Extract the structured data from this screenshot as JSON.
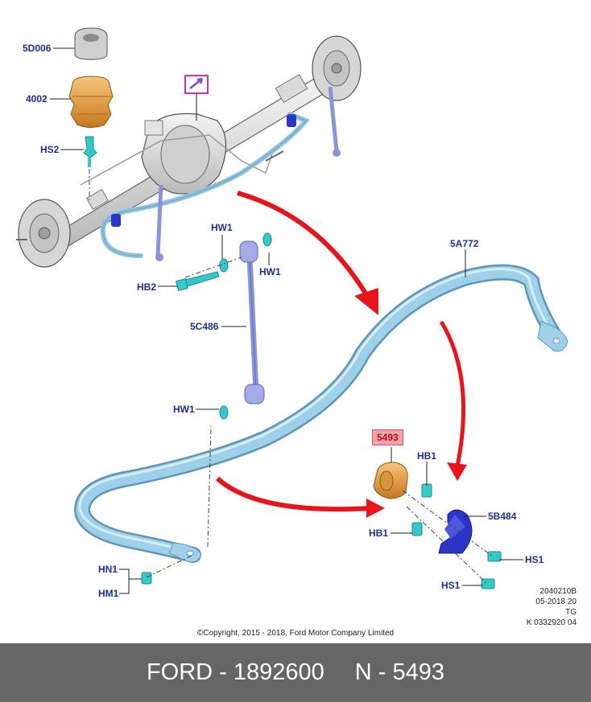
{
  "labels": {
    "l5d006": "5D006",
    "l4002": "4002",
    "lhs2": "HS2",
    "lhw1a": "HW1",
    "lhw1b": "HW1",
    "lhb2": "HB2",
    "l5c486": "5C486",
    "lhw1c": "HW1",
    "l5a772": "5A772",
    "l5493": "5493",
    "lhb1a": "HB1",
    "l5b484": "5B484",
    "lhb1b": "HB1",
    "lhs1a": "HS1",
    "lhs1b": "HS1",
    "lhn1": "HN1",
    "lhm1": "HM1"
  },
  "meta": {
    "line1": "2040210B",
    "line2": "05-2018 20",
    "line3": "TG",
    "line4": "K 0332920 04"
  },
  "copyright": "©Copyright, 2015 - 2018, Ford Motor Company Limited",
  "footer": {
    "part": "FORD - 1892600",
    "ref": "N - 5493"
  },
  "colors": {
    "label_text": "#1d2f96",
    "highlight_bg": "#f3a3a8",
    "arrow": "#e8141c",
    "stabilizer_bar": "#8fc4e0",
    "bushing": "#e39a3e",
    "bracket": "#2b35c9",
    "hardware": "#31c9c9",
    "footer_bg": "#666666"
  }
}
